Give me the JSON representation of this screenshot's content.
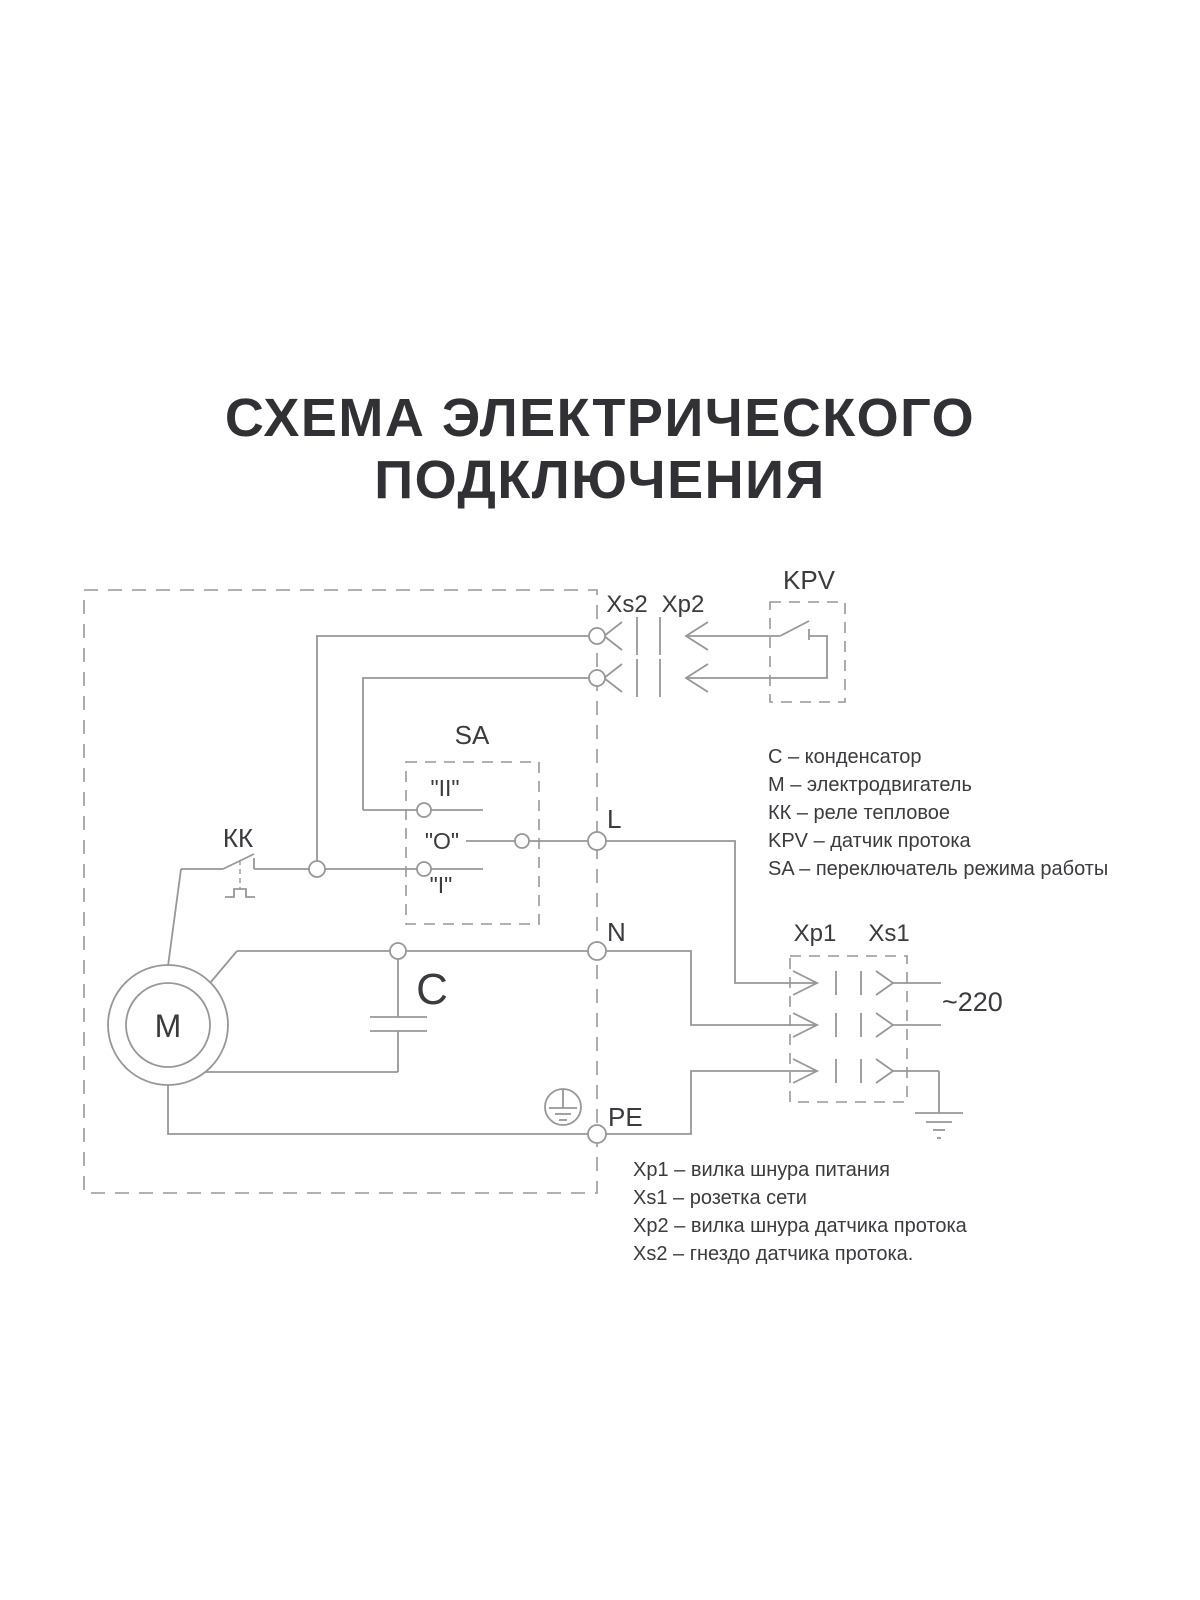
{
  "title": {
    "line1": "СХЕМА ЭЛЕКТРИЧЕСКОГО",
    "line2": "ПОДКЛЮЧЕНИЯ"
  },
  "schematic": {
    "labels": {
      "socket_top": "Xs2",
      "plug_top": "Xp2",
      "flow_sensor": "KPV",
      "mode_switch": "SA",
      "position_auto": "\"II\"",
      "position_off": "\"O\"",
      "position_manual": "\"I\"",
      "thermal_relay": "КК",
      "line_terminal": "L",
      "neutral_terminal": "N",
      "earth_terminal": "PE",
      "motor": "M",
      "capacitor": "C",
      "plug_bottom": "Xp1",
      "socket_bottom": "Xs1",
      "mains_voltage": "~220"
    }
  },
  "legend": {
    "components": [
      "С – конденсатор",
      "М – электродвигатель",
      "КК – реле тепловое",
      "KPV – датчик протока",
      "SA – переключатель режима работы"
    ],
    "connectors": [
      "Xp1 – вилка шнура питания",
      "Xs1 – розетка сети",
      "Xp2 – вилка шнура датчика протока",
      "Xs2 – гнездо датчика протока."
    ]
  },
  "colors": {
    "line": "#979797",
    "text": "#3a3a3f",
    "title": "#303035",
    "background": "#ffffff"
  }
}
